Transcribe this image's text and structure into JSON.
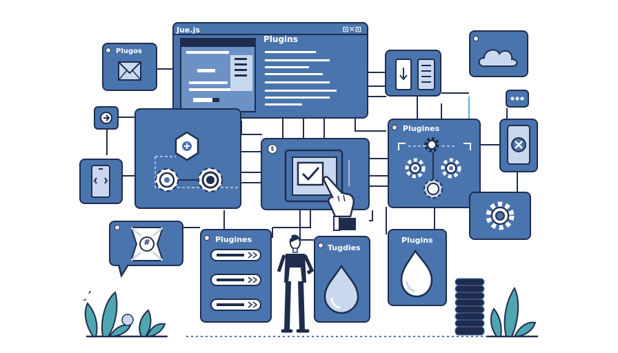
{
  "diagram": {
    "main_window": {
      "title": "Jue.js",
      "heading": "Plugins",
      "window_controls": "⊡✕⊡"
    },
    "mail_card": {
      "title": "Plugos"
    },
    "plugins_right": {
      "title": "Plugines"
    },
    "plugins_list": {
      "title": "Plugines"
    },
    "tugdies_card": {
      "title": "Tugdies"
    },
    "plugins_drop": {
      "title": "Plugins"
    },
    "badge_center": {
      "text": "§"
    },
    "badge_hash": {
      "text": "#"
    }
  },
  "colors": {
    "panel": "#4a74ad",
    "outline": "#1f2c4d",
    "light": "#c9d8ef",
    "accent": "#6fb7d2",
    "plant": "#4fa6b0"
  }
}
